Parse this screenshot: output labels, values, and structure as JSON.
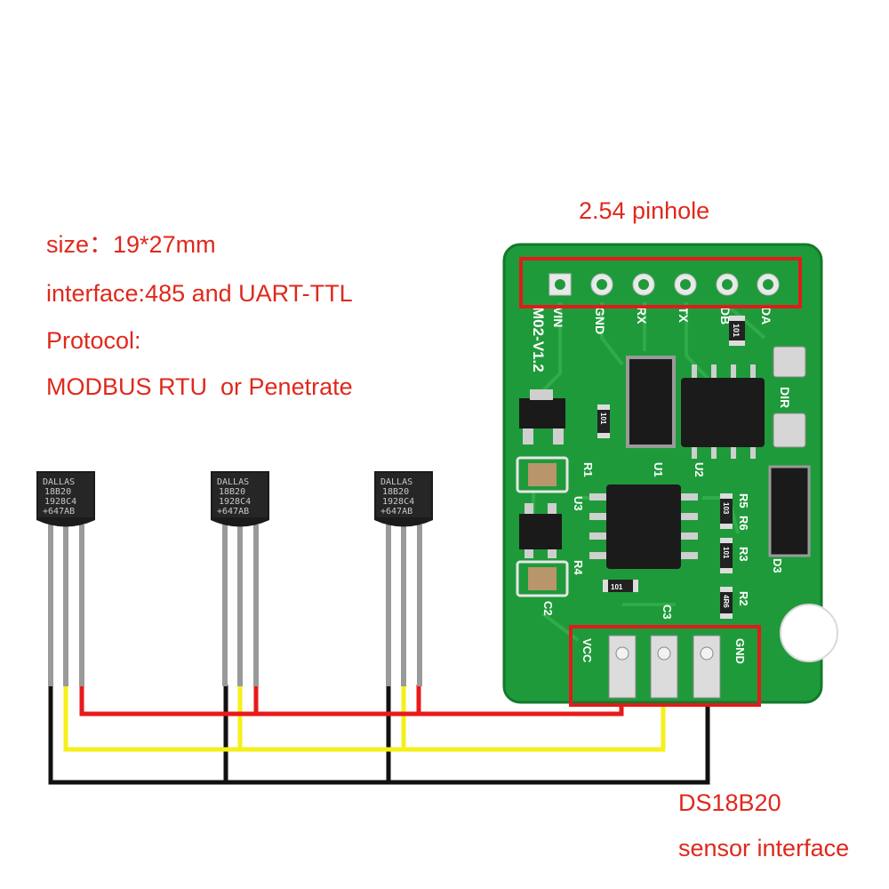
{
  "specs": {
    "size": "size：19*27mm",
    "interface": "interface:485 and UART-TTL",
    "protocol": "Protocol:",
    "protocol_value": "MODBUS RTU  or Penetrate"
  },
  "annotations": {
    "pinhole": "2.54 pinhole",
    "sensor_title": "DS18B20",
    "sensor_subtitle": "sensor interface"
  },
  "board": {
    "header_pins": [
      "VIN",
      "GND",
      "RX",
      "TX",
      "DB",
      "DA"
    ],
    "version": "M02-V1.2",
    "sensor_pins": [
      "VCC",
      "",
      "GND"
    ],
    "component_labels": [
      "R1",
      "U3",
      "U1",
      "U2",
      "R5",
      "R6",
      "R3",
      "R4",
      "C2",
      "R2",
      "C3",
      "D3",
      "DIR"
    ],
    "resistor_codes": [
      "101",
      "101",
      "103",
      "101",
      "101",
      "4R6"
    ],
    "colors": {
      "pcb": "#1f9a3a",
      "pcb_dark": "#12772a",
      "highlight": "#e01b1b"
    }
  },
  "sensors": {
    "count": 3,
    "marking": [
      "DALLAS",
      "18B20",
      "1928C4",
      "+647AB"
    ]
  },
  "wires": {
    "vcc": "#e81a1a",
    "data": "#f5f019",
    "gnd": "#111111"
  }
}
